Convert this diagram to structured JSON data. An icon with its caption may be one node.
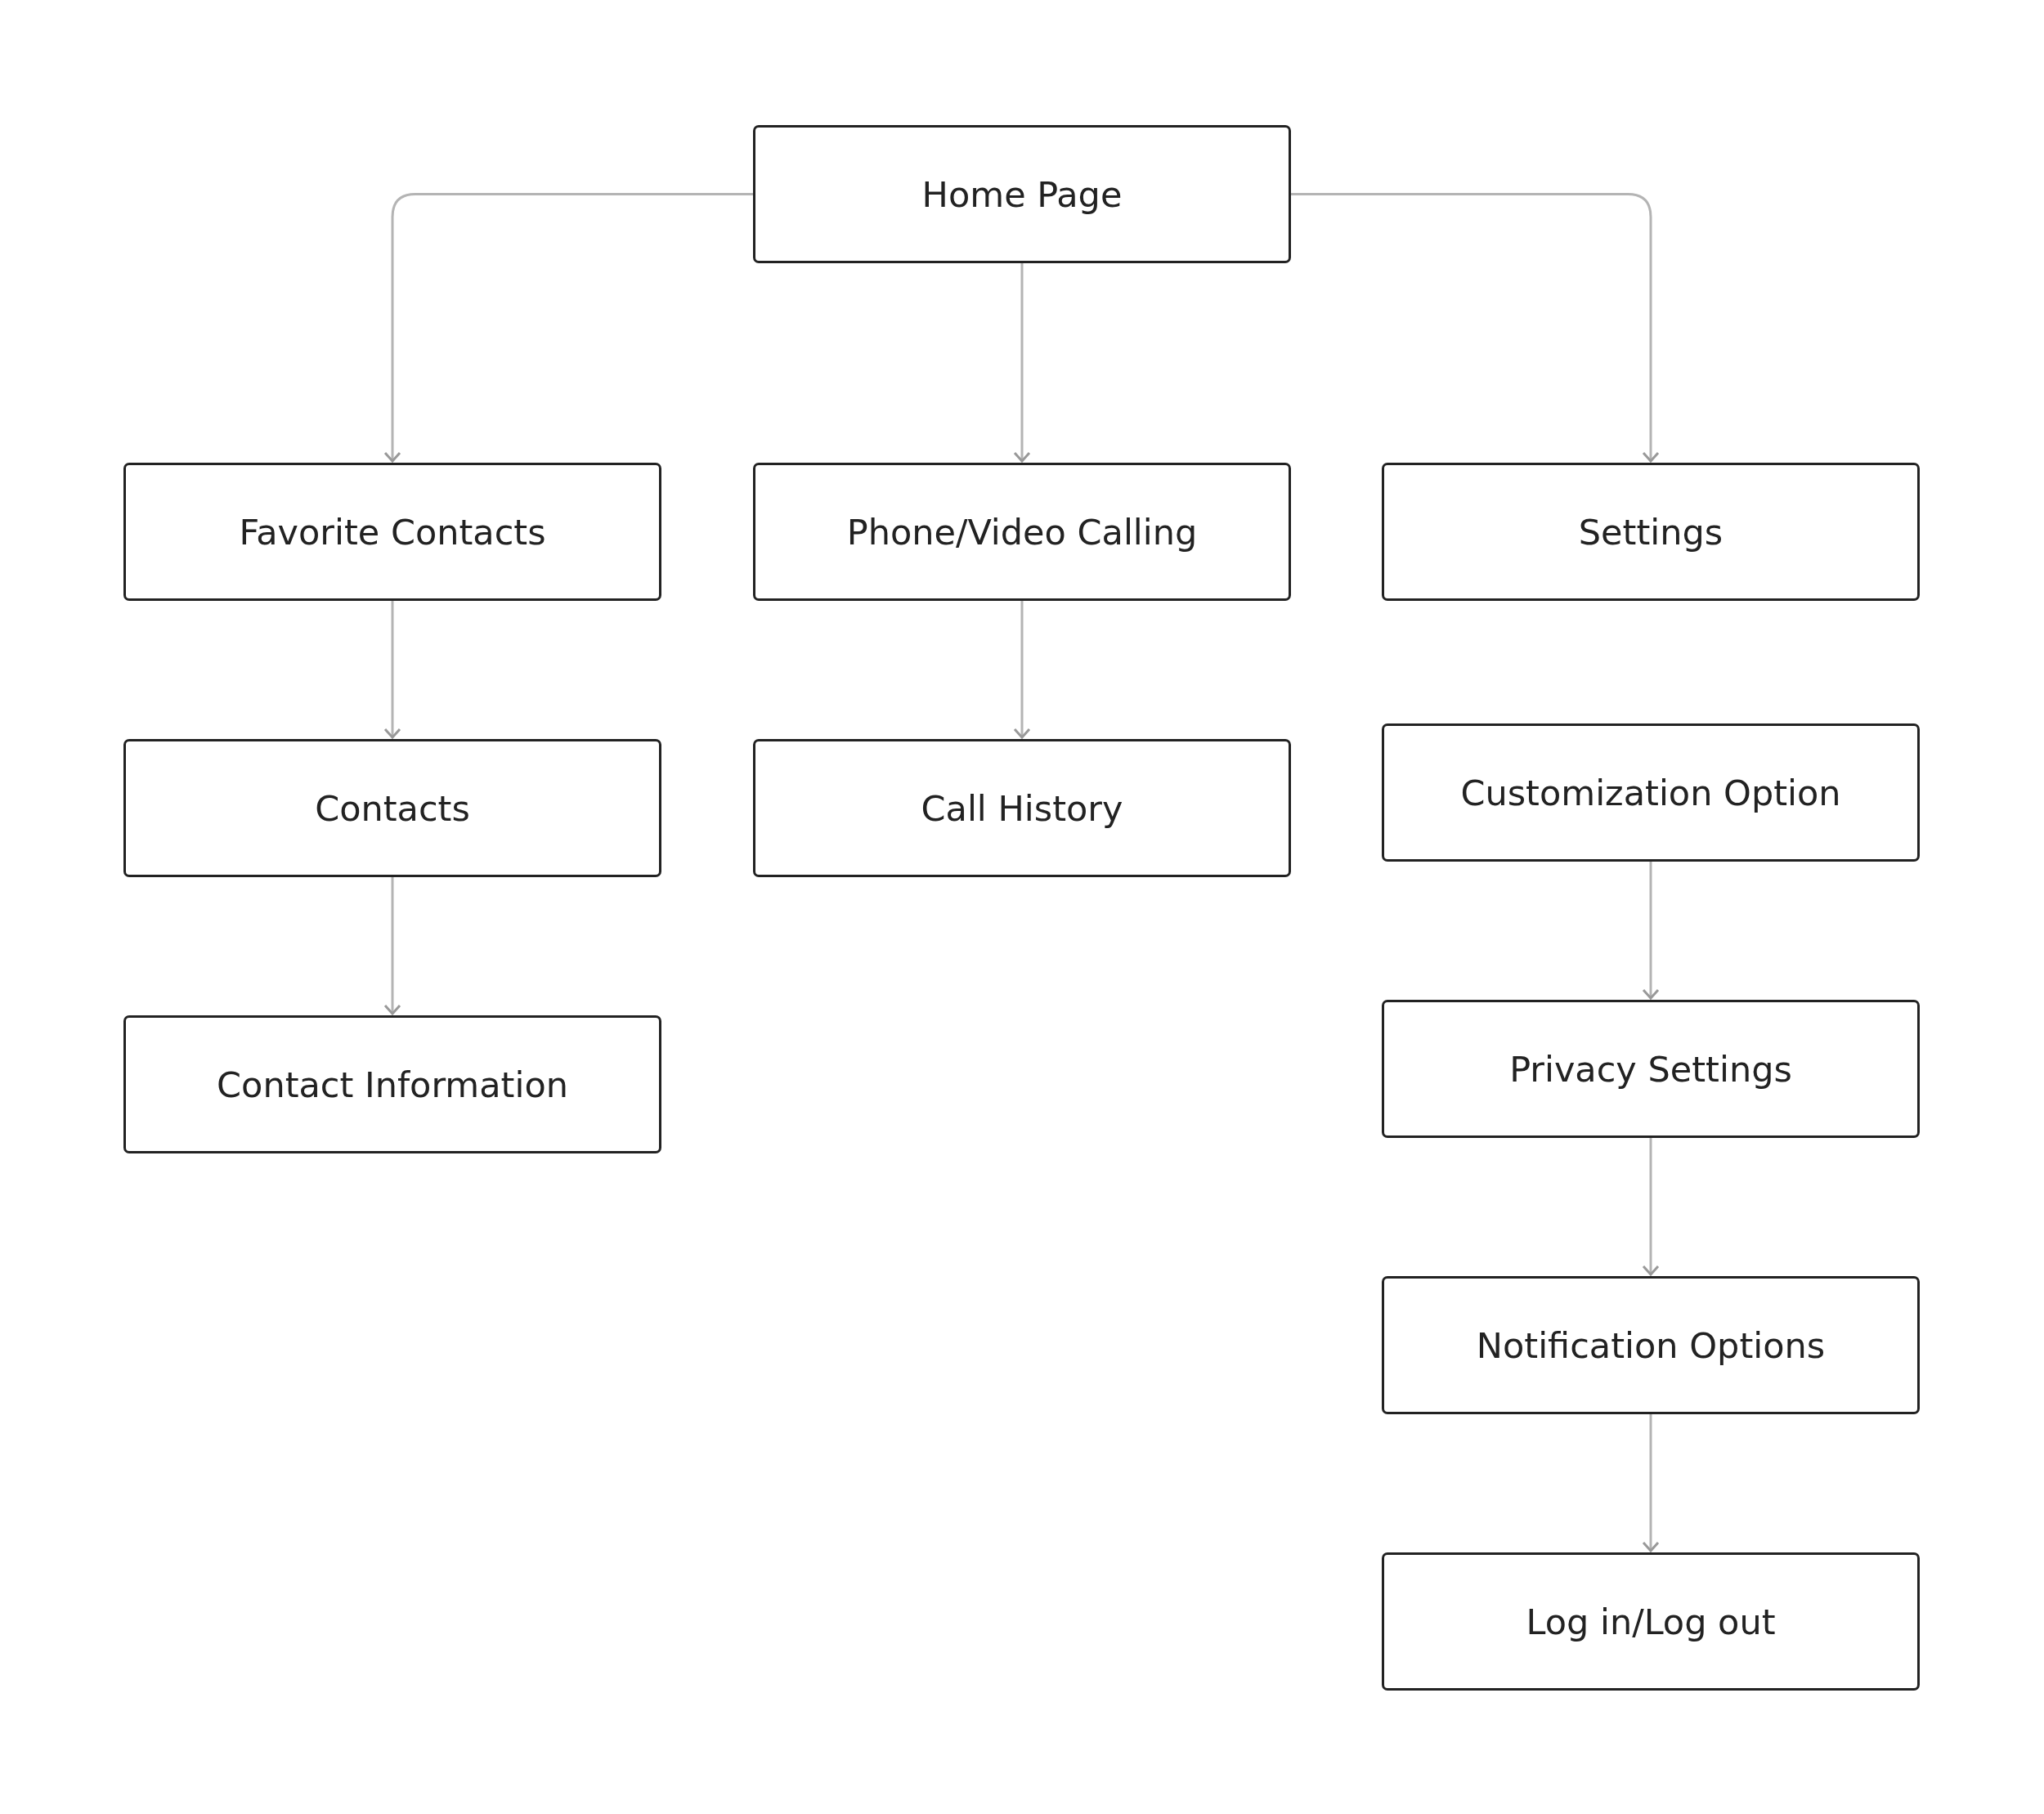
{
  "diagram": {
    "nodes": [
      {
        "text": [
          "Home Page"
        ]
      },
      {
        "text": [
          "Favorite Contacts"
        ]
      },
      {
        "text": [
          "Phone/Video Calling"
        ]
      },
      {
        "text": [
          "Settings"
        ]
      },
      {
        "text": [
          "Contacts"
        ]
      },
      {
        "text": [
          "Call History"
        ]
      },
      {
        "text": [
          "Customization Option"
        ]
      },
      {
        "text": [
          "Contact Information"
        ]
      },
      {
        "text": [
          "Privacy Settings"
        ]
      },
      {
        "text": [
          "Notification Options"
        ]
      },
      {
        "text": [
          "Log in/Log out"
        ]
      }
    ],
    "edges": [
      {
        "from": 0,
        "to": 1,
        "arrow": "to"
      },
      {
        "from": 0,
        "to": 2,
        "arrow": "to"
      },
      {
        "from": 0,
        "to": 3,
        "arrow": "to"
      },
      {
        "from": 1,
        "to": 4,
        "arrow": "to"
      },
      {
        "from": 4,
        "to": 7,
        "arrow": "to"
      },
      {
        "from": 2,
        "to": 5,
        "arrow": "to"
      },
      {
        "from": 6,
        "to": 8,
        "arrow": "to"
      },
      {
        "from": 8,
        "to": 9,
        "arrow": "to"
      },
      {
        "from": 9,
        "to": 10,
        "arrow": "to"
      }
    ]
  }
}
